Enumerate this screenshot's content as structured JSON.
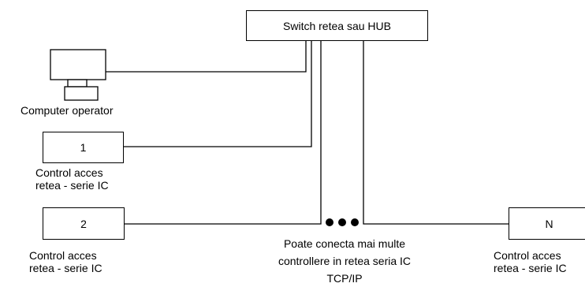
{
  "switch": {
    "label": "Switch retea sau HUB"
  },
  "computer": {
    "caption": "Computer operator"
  },
  "controllers": [
    {
      "id": "1",
      "caption_line1": "Control acces",
      "caption_line2": "retea - serie IC"
    },
    {
      "id": "2",
      "caption_line1": "Control acces",
      "caption_line2": "retea - serie IC"
    },
    {
      "id": "N",
      "caption_line1": "Control acces",
      "caption_line2": "retea - serie IC"
    }
  ],
  "note": {
    "line1": "Poate conecta mai multe",
    "line2": "controllere in retea seria IC",
    "line3": "TCP/IP"
  },
  "colors": {
    "line": "#000000",
    "background": "#ffffff"
  }
}
